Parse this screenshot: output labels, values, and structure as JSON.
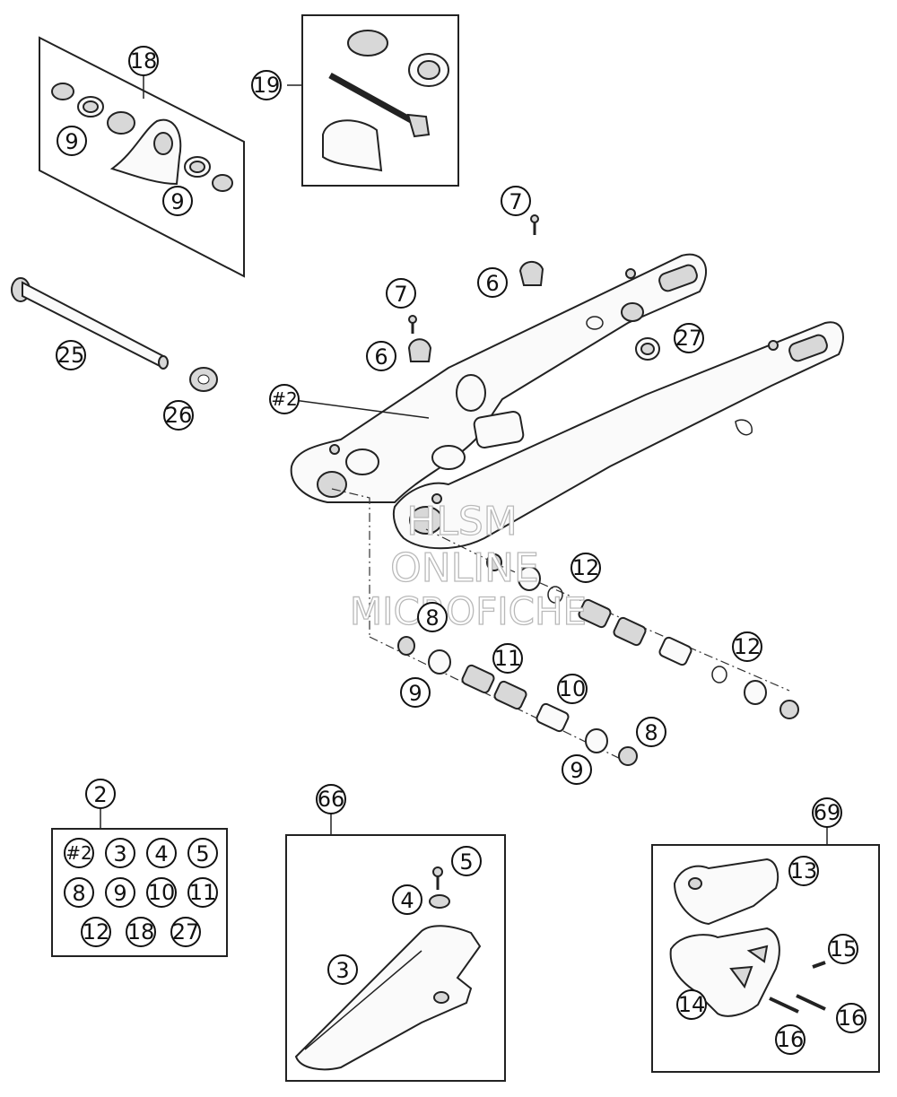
{
  "callouts": {
    "c18_top": "18",
    "c19": "19",
    "c9_a": "9",
    "c9_b": "9",
    "c25": "25",
    "c26": "26",
    "c7_a": "7",
    "c7_b": "7",
    "c6_a": "6",
    "c6_b": "6",
    "c27_top": "27",
    "c2_hash": "#2",
    "c12_a": "12",
    "c12_b": "12",
    "c8_a": "8",
    "c8_b": "8",
    "c11": "11",
    "c10": "10",
    "c9_c": "9",
    "c9_d": "9",
    "c2_kit": "2",
    "c66": "66",
    "c69": "69",
    "c5": "5",
    "c4": "4",
    "c3": "3",
    "c13": "13",
    "c15": "15",
    "c14": "14",
    "c16_a": "16",
    "c16_b": "16"
  },
  "kit2_contents": [
    "#2",
    "3",
    "4",
    "5",
    "8",
    "9",
    "10",
    "11",
    "12",
    "18",
    "27"
  ],
  "watermark": {
    "line1": "HLSM",
    "line2": "ONLINE",
    "line3": "MICROFICHE"
  }
}
